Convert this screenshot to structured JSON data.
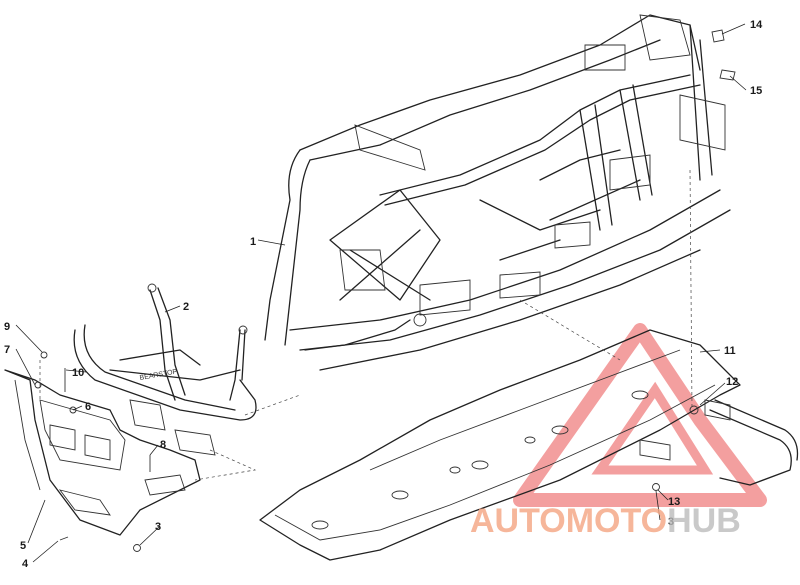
{
  "callouts": [
    {
      "id": "1",
      "label": "1"
    },
    {
      "id": "2",
      "label": "2"
    },
    {
      "id": "3a",
      "label": "3"
    },
    {
      "id": "3b",
      "label": "3"
    },
    {
      "id": "4",
      "label": "4"
    },
    {
      "id": "5",
      "label": "5"
    },
    {
      "id": "6",
      "label": "6"
    },
    {
      "id": "7",
      "label": "7"
    },
    {
      "id": "8",
      "label": "8"
    },
    {
      "id": "9",
      "label": "9"
    },
    {
      "id": "10",
      "label": "10"
    },
    {
      "id": "11",
      "label": "11"
    },
    {
      "id": "12",
      "label": "12"
    },
    {
      "id": "13",
      "label": "13"
    },
    {
      "id": "14",
      "label": "14"
    },
    {
      "id": "15",
      "label": "15"
    }
  ],
  "watermark": {
    "part1": "AUTO",
    "part2": "MOTO",
    "part3": "HUB",
    "color_accent": "#f4a582",
    "color_dark": "#bcbcbc",
    "triangle_color": "#f08080"
  },
  "bumper_stamp": "BEARSTOP"
}
